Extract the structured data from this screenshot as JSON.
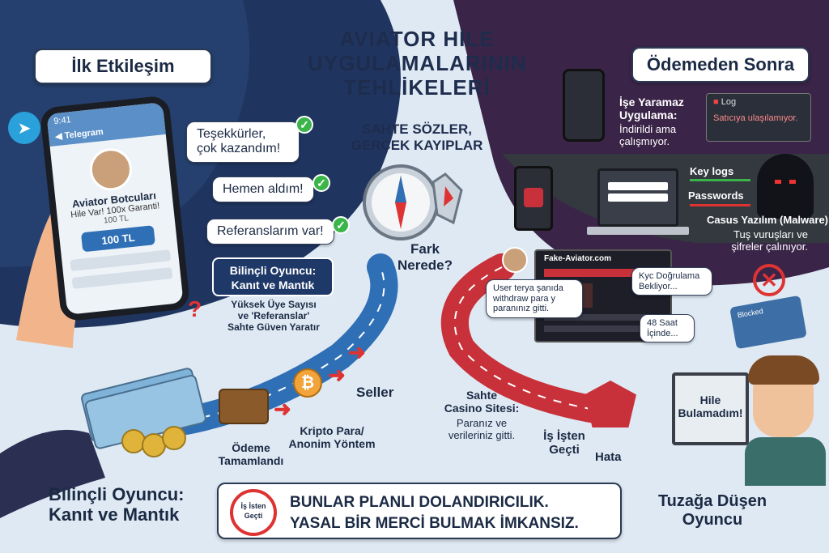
{
  "title_lines": [
    "AVIATOR HİLE",
    "UYGULAMALARININ",
    "TEHLİKELERİ"
  ],
  "subtitle_lines": [
    "SAHTE SÖZLER,",
    "GERÇEK KAYIPLAR"
  ],
  "center_question": [
    "Fark",
    "Nerede?"
  ],
  "left_header": "İlk Etkileşim",
  "right_header": "Ödemeden Sonra",
  "phone": {
    "time": "9:41",
    "app": "Telegram",
    "channel_name": "Aviator Botcuları",
    "promise": "Hile Var! 100x Garanti!",
    "price_small": "100 TL",
    "price_button": "100 TL"
  },
  "bubbles": [
    "Teşekkürler, çok kazandım!",
    "Hemen aldım!",
    "Referanslarım var!"
  ],
  "aware_box": [
    "Bilinçli Oyuncu:",
    "Kanıt ve Mantık"
  ],
  "false_trust": [
    "Yüksek Üye Sayısı",
    "ve 'Referanslar'",
    "Sahte Güven Yaratır"
  ],
  "left_path": {
    "payment": [
      "Ödeme",
      "Tamamlandı"
    ],
    "crypto": [
      "Kripto Para/",
      "Anonim Yöntem"
    ],
    "seller": "Seller"
  },
  "bottom_left": [
    "Bilinçli Oyuncu:",
    "Kanıt ve Mantık"
  ],
  "bottom_banner": [
    "BUNLAR PLANLI DOLANDIRICILIK.",
    "YASAL BİR MERCİ BULMAK İMKANSIZ."
  ],
  "timer_label": [
    "İş İsten",
    "Geçti"
  ],
  "right_top": {
    "useless_app": [
      "İşe Yaramaz",
      "Uygulama:"
    ],
    "useless_desc": [
      "İndirildi ama",
      "çalışmıyor."
    ],
    "log_title": "Log",
    "log_line": "Satıcıya ulaşılamıyor.",
    "key_logs": "Key logs",
    "passwords": "Passwords",
    "malware_title": "Casus Yazılım (Malware)",
    "malware_desc": [
      "Tuş vuruşları ve",
      "şifreler çalınıyor."
    ]
  },
  "right_mid": {
    "site_url": "Fake-Aviator.com",
    "user_bubble": [
      "User terya şanıda",
      "withdraw para y",
      "paranınız gitti."
    ],
    "kyc_bubble": [
      "Kyc Doğrulama",
      "Bekliyor..."
    ],
    "hours_bubble": [
      "48 Saat",
      "İçinde..."
    ],
    "card_label": "Blocked"
  },
  "right_path": {
    "casino_title": [
      "Sahte",
      "Casino Sitesi:"
    ],
    "casino_desc": [
      "Paranız ve",
      "verileriniz gitti."
    ],
    "too_late": [
      "İş İşten",
      "Geçti"
    ],
    "error": "Hata"
  },
  "victim_bubble": [
    "Hile",
    "Bulamadım!"
  ],
  "bottom_right": [
    "Tuzağa Düşen",
    "Oyuncu"
  ],
  "colors": {
    "left_bg": "#1f3560",
    "right_bg": "#3a2448",
    "red_road": "#c8313a",
    "blue_road": "#2f6fb5",
    "check_green": "#3bb54a",
    "telegram_blue": "#2aa1da"
  }
}
